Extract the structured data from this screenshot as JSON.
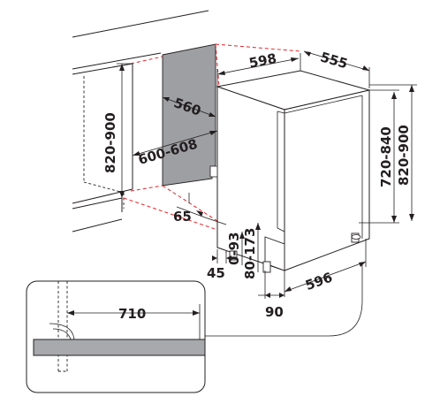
{
  "labels": {
    "cabinet_width": "598",
    "cabinet_depth": "555",
    "niche_depth": "560",
    "niche_width": "600-608",
    "niche_height_left": "820-900",
    "height_720_840": "720-840",
    "height_820_900": "820-900",
    "plinth_65": "65",
    "foot_45": "45",
    "adj_0_93": "0-93",
    "adj_80_173": "80-173",
    "bottom_width": "596",
    "bottom_90": "90",
    "detail_710": "710"
  },
  "colors": {
    "line": "#231f20",
    "niche_fill": "#9d9fa2",
    "red_dash": "#e2232a",
    "worktop_fill": "#a7a9ac"
  }
}
